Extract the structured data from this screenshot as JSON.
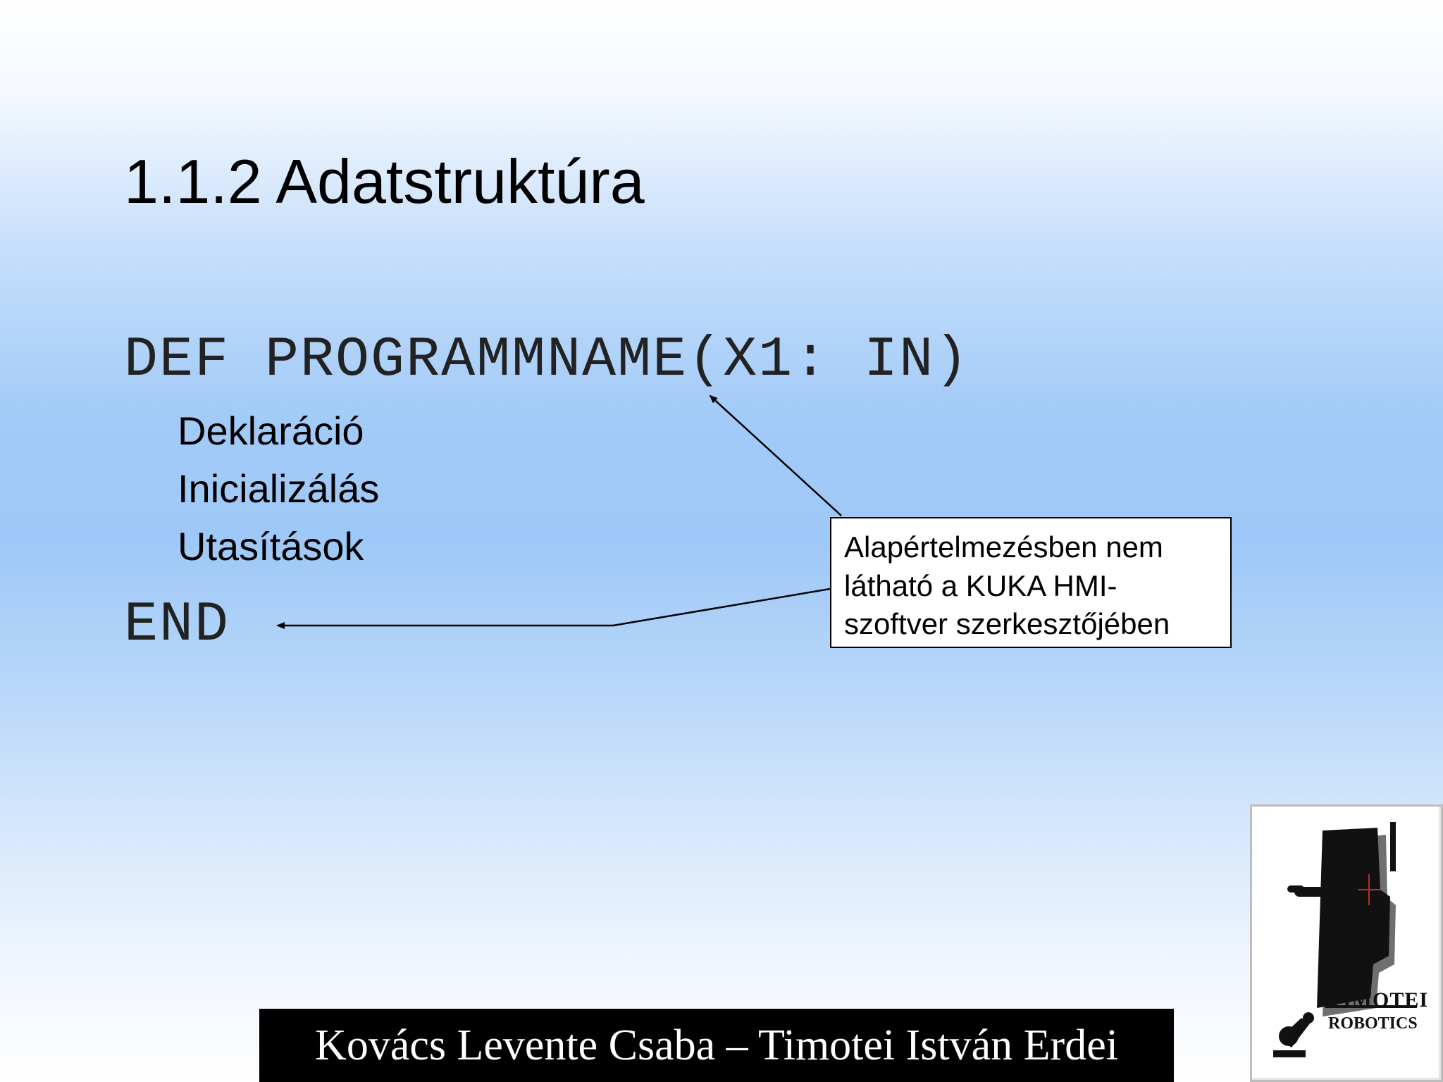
{
  "slide": {
    "title": "1.1.2 Adatstruktúra",
    "code_def": "DEF PROGRAMMNAME(X1: IN)",
    "body_lines": [
      "Deklaráció",
      "Inicializálás",
      "Utasítások"
    ],
    "code_end": "END",
    "callout_lines": [
      "Alapértelmezésben nem",
      "látható a KUKA HMI-",
      "szoftver szerkesztőjében"
    ],
    "footer": "Kovács Levente Csaba – Timotei István Erdei"
  },
  "logo": {
    "line1": "TIMOTEI",
    "line2": "ROBOTICS"
  },
  "colors": {
    "footer_bg": "#000000",
    "footer_text": "#ffffff",
    "callout_border": "#000000"
  }
}
